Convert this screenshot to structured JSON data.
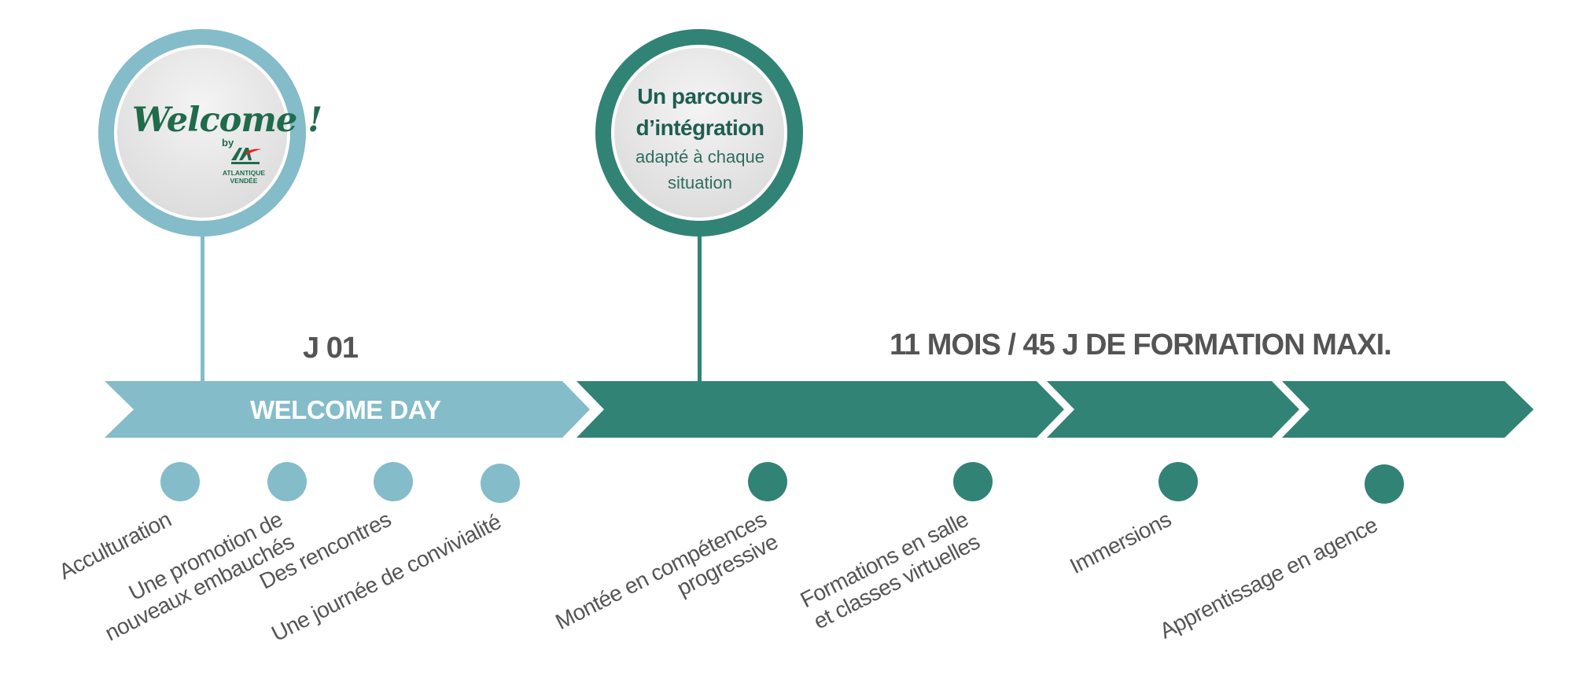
{
  "colors": {
    "light_teal": "#84bcc9",
    "dark_teal": "#318375",
    "heading_gray": "#545454",
    "label_gray": "#555555",
    "brand_green": "#1f6b4c"
  },
  "welcome_badge": {
    "script_text": "Welcome !",
    "by_text": "by",
    "logo_name": "credit-agricole-logo",
    "logo_caption_1": "ATLANTIQUE",
    "logo_caption_2": "VENDÉE"
  },
  "parcours_badge": {
    "line1": "Un parcours",
    "line2": "d’intégration",
    "line3": "adapté à chaque",
    "line4": "situation"
  },
  "headings": {
    "day_one": "J 01",
    "formation": "11 MOIS / 45 J DE FORMATION MAXI."
  },
  "arrow_banner": {
    "welcome_day": "WELCOME DAY"
  },
  "welcome_items": [
    {
      "line1": "Acculturation",
      "line2": ""
    },
    {
      "line1": "Une promotion de",
      "line2": "nouveaux embauchés"
    },
    {
      "line1": "Des rencontres",
      "line2": ""
    },
    {
      "line1": "Une journée de convivialité",
      "line2": ""
    }
  ],
  "formation_items": [
    {
      "line1": "Montée en compétences",
      "line2": "progressive"
    },
    {
      "line1": "Formations en salle",
      "line2": "et classes virtuelles"
    },
    {
      "line1": "Immersions",
      "line2": ""
    },
    {
      "line1": "Apprentissage en agence",
      "line2": ""
    }
  ]
}
